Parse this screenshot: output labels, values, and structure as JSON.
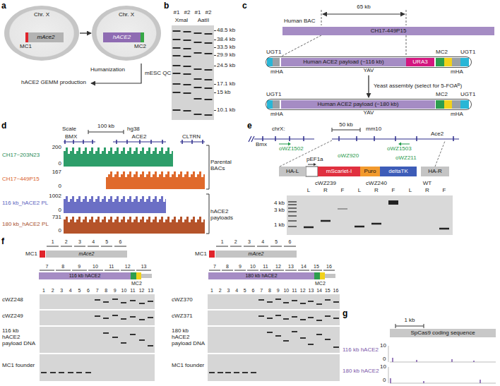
{
  "diagram": {
    "nodes": [
      {
        "text": [
          "Chr. X"
        ]
      },
      {
        "text": [
          "mAce2"
        ],
        "in": 0
      },
      {
        "text": [
          "Chr. X"
        ]
      },
      {
        "text": [
          "hACE2"
        ],
        "in": 2
      },
      {
        "text": [
          "CH17-449P15"
        ]
      },
      {
        "text": [
          "YAV"
        ]
      },
      {
        "text": [
          "Human ACE2 payload (~116 kb)"
        ],
        "in": 5
      },
      {
        "text": [
          "URA3"
        ],
        "in": 5
      },
      {
        "text": [
          "YAV"
        ]
      },
      {
        "text": [
          "Human ACE2 payload (~180 kb)"
        ],
        "in": 8
      },
      {
        "text": [
          "HA-L"
        ]
      },
      {
        "text": [
          "mScarlet-I"
        ]
      },
      {
        "text": [
          "Puro"
        ]
      },
      {
        "text": [
          "deltaTK"
        ]
      },
      {
        "text": [
          "HA-R"
        ]
      },
      {
        "text": [
          "mAce2"
        ]
      },
      {
        "text": [
          "116 kb hACE2"
        ]
      },
      {
        "text": [
          "mAce2"
        ]
      },
      {
        "text": [
          "180 kb hACE2"
        ]
      },
      {
        "text": [
          "SpCas9 coding sequence"
        ]
      }
    ],
    "edges": [
      {
        "from": 0,
        "to": 2,
        "arrow": "to"
      },
      {
        "from": 5,
        "to": 8,
        "label": "Yeast assembly (select for 5-FOAᴿ)",
        "arrow": "to"
      }
    ],
    "labels": [
      "a",
      "b",
      "c",
      "d",
      "e",
      "f",
      "g",
      "MC1",
      "MC2",
      "Humanization",
      "mESC QC",
      "hACE2 GEMM production",
      "#1",
      "#2",
      "#1",
      "#2",
      "XmaI",
      "AatII",
      "48.5 kb",
      "38.4 kb",
      "33.5 kb",
      "29.9 kb",
      "24.5 kb",
      "17.1 kb",
      "15 kb",
      "10.1 kb",
      "65 kb",
      "Human BAC",
      "UGT1",
      "mHA",
      "MC2",
      "mHA",
      "UGT1",
      "UGT1",
      "mHA",
      "MC2",
      "mHA",
      "UGT1",
      "Scale",
      "100 kb",
      "hg38",
      "BMX",
      "ACE2",
      "CLTRN",
      "CH17~203N23",
      "200",
      "0",
      "CH17~449P15",
      "167",
      "0",
      "116 kb_hACE2 PL",
      "1002",
      "0",
      "180 kb_hACE2 PL",
      "731",
      "0",
      "Parental BACs",
      "hACE2 payloads",
      "chrX:",
      "50 kb",
      "mm10",
      "Bmx",
      "Ace2",
      "oWZ1502",
      "oWZ1503",
      "oWZ920",
      "oWZ211",
      "pEF1a",
      "cWZ239",
      "cWZ240",
      "WT",
      "L",
      "R",
      "F",
      "L",
      "R",
      "F",
      "L",
      "R",
      "F",
      "4 kb",
      "3 kb",
      "1 kb",
      "1",
      "2",
      "3",
      "4",
      "5",
      "6",
      "MC1",
      "7",
      "8",
      "9",
      "10",
      "11",
      "12",
      "13",
      "MC2",
      "1",
      "2",
      "3",
      "4",
      "5",
      "6",
      "7",
      "8",
      "9",
      "10",
      "11",
      "12",
      "13",
      "cWZ248",
      "cWZ249",
      "116 kb hACE2 payload DNA",
      "MC1 founder",
      "1",
      "2",
      "3",
      "4",
      "5",
      "6",
      "MC1",
      "7",
      "8",
      "9",
      "10",
      "11",
      "12",
      "13",
      "14",
      "15",
      "16",
      "MC2",
      "1",
      "2",
      "3",
      "4",
      "5",
      "6",
      "7",
      "8",
      "9",
      "10",
      "11",
      "12",
      "13",
      "14",
      "15",
      "16",
      "cWZ370",
      "cWZ371",
      "180 kb hACE2 payload DNA",
      "MC1 founder",
      "1 kb",
      "116 kb hACE2",
      "10",
      "0",
      "180 kb hACE2",
      "10",
      "0"
    ]
  }
}
